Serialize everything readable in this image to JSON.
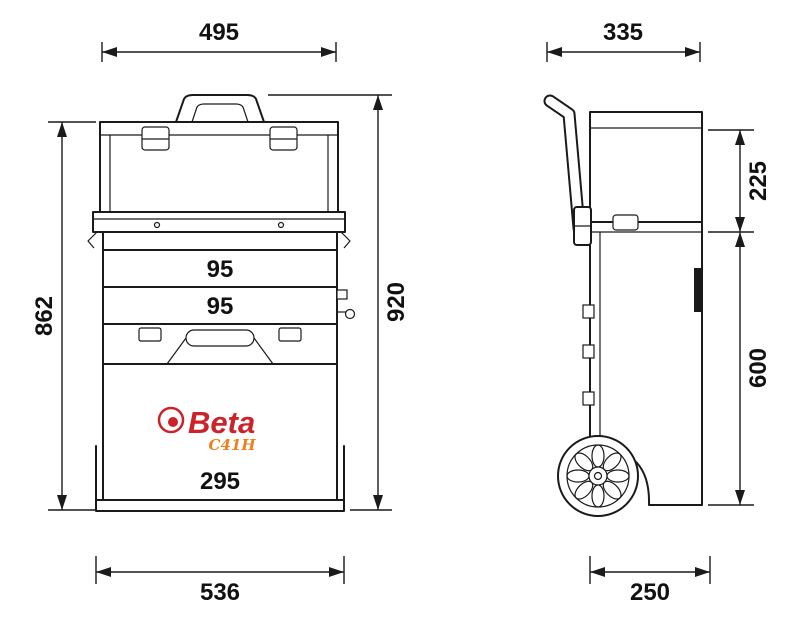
{
  "drawing": {
    "type": "technical-dimension-drawing",
    "views": {
      "front": {
        "top_width": "495",
        "left_height": "862",
        "right_height": "920",
        "drawer_heights": [
          "95",
          "95"
        ],
        "bottom_section_height": "295",
        "base_width": "536"
      },
      "side": {
        "top_depth": "335",
        "upper_section_height": "225",
        "lower_section_height": "600",
        "base_depth": "250"
      }
    },
    "logo": {
      "brand": "Beta",
      "model": "C41H"
    },
    "colors": {
      "line": "#1a1a1a",
      "brand_red": "#cc2229",
      "model_orange": "#ef7f1a"
    }
  }
}
